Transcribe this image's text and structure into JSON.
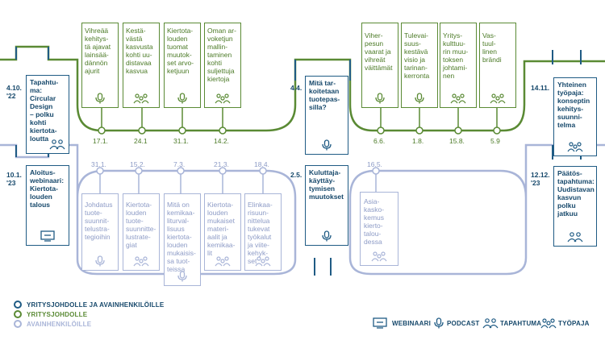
{
  "colors": {
    "green": "#5a8a34",
    "blue": "#1f5b84",
    "light": "#a9b5d8"
  },
  "events": {
    "e1": {
      "date": "4.10.\n'22",
      "text": "Tapahtu-\nma:\nCircular\nDesign\n– polku\nkohti\nkiertota-\nloutta",
      "icon": "group-icon"
    },
    "e2": {
      "date": "10.1.\n'23",
      "text": "Aloitus-\nwebinaari:\nKiertota-\nlouden\ntalous",
      "icon": "monitor-icon"
    },
    "e3": {
      "date": "4.4.",
      "text": "Mitä tar-\nkoitetaan\ntuotepas-\nsilla?",
      "icon": "podcast-icon"
    },
    "e4": {
      "date": "2.5.",
      "text": "Kuluttaja-\nkäyttäy-\ntymisen\nmuutokset",
      "icon": "podcast-icon"
    },
    "e5": {
      "date": "14.11.",
      "text": "Yhteinen\ntyöpaja:\nkonseptin\nkehitys-\nsuunni-\ntelma",
      "icon": "workshop-icon"
    },
    "e6": {
      "date": "12.12.\n'23",
      "text": "Päätös-\ntapahtuma:\nUudistavan\nkasvun\npolku\njatkuu",
      "icon": "group-icon"
    }
  },
  "green_top": [
    {
      "date": "17.1.",
      "text": "Vihreää\nkehitys-\ntä ajavat\nlainsää-\ndännön\najurit",
      "icon": "podcast-icon"
    },
    {
      "date": "24.1",
      "text": "Kestä-\nvästä\nkasvusta\nkohti uu-\ndistavaa\nkasvua",
      "icon": "workshop-icon"
    },
    {
      "date": "31.1.",
      "text": "Kiertota-\nlouden\ntuomat\nmuutok-\nset arvo-\nketjuun",
      "icon": "podcast-icon"
    },
    {
      "date": "14.2.",
      "text": "Oman ar-\nvoketjun\nmallin-\ntaminen\nkohti\nsuljettuja\nkiertoja",
      "icon": "workshop-icon"
    },
    {
      "date": "6.6.",
      "text": "Viher-\npesun\nvaarat ja\nvihreät\nväittämät",
      "icon": "podcast-icon"
    },
    {
      "date": "1.8.",
      "text": "Tulevai-\nsuus-\nkestävä\nvisio ja\ntarinan-\nkerronta",
      "icon": "podcast-icon"
    },
    {
      "date": "15.8.",
      "text": "Yritys-\nkulttuu-\nrin muu-\ntoksen\njohtami-\nnen",
      "icon": "workshop-icon"
    },
    {
      "date": "5.9",
      "text": "Vas-\ntuul-\nlinen\nbrändi",
      "icon": "workshop-icon"
    }
  ],
  "light_bottom": [
    {
      "date": "31.1.",
      "text": "Johdatus\ntuote-\nsuunnit-\ntelustra-\ntegioihin",
      "icon": "podcast-icon"
    },
    {
      "date": "15.2.",
      "text": "Kiertota-\nlouden\ntuote-\nsuunnitte-\nlustrate-\ngiat",
      "icon": "workshop-icon"
    },
    {
      "date": "7.3.",
      "text": "Mitä on\nkemikaa-\nliturval-\nlisuus\nkiertota-\nlouden\nmukaisis-\nsa tuot-\nteissa",
      "icon": "podcast-icon"
    },
    {
      "date": "21.3.",
      "text": "Kiertota-\nlouden\nmukaiset\nmateri-\naalit ja\nkemikaa-\nlit",
      "icon": "workshop-icon"
    },
    {
      "date": "18.4.",
      "text": "Elinkaa-\nrisuun-\nnittelua\ntukevat\ntyökalut\nja viite-\nkehyk-\nset",
      "icon": "workshop-icon"
    },
    {
      "date": "16.5.",
      "text": "Asia-\nkasko-\nkemus\nkierto-\ntalou-\ndessa",
      "icon": "workshop-icon"
    }
  ],
  "legend": {
    "audiences": [
      "YRITYSJOHDOLLE JA AVAINHENKILÖILLE",
      "YRITYSJOHDOLLE",
      "AVAINHENKILÖILLE"
    ],
    "types": [
      "WEBINAARI",
      "PODCAST",
      "TAPAHTUMA",
      "TYÖPAJA"
    ]
  }
}
